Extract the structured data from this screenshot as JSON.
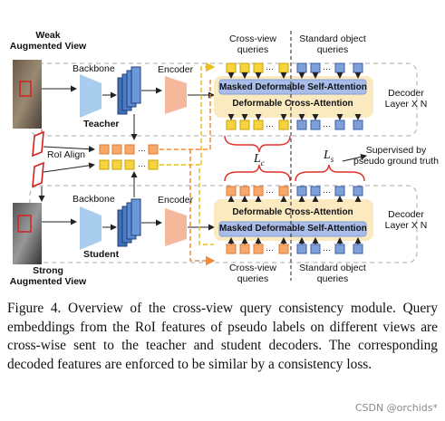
{
  "labels": {
    "weak_view": "Weak\nAugmented View",
    "strong_view": "Strong\nAugmented View",
    "backbone_top": "Backbone",
    "backbone_bottom": "Backbone",
    "encoder_top": "Encoder",
    "encoder_bottom": "Encoder",
    "teacher": "Teacher",
    "student": "Student",
    "roi_align": "RoI Align",
    "cross_view_queries_top": "Cross-view\nqueries",
    "standard_queries_top": "Standard object\nqueries",
    "cross_view_queries_bottom": "Cross-view\nqueries",
    "standard_queries_bottom": "Standard object\nqueries",
    "masked_attn_top": "Masked Deformable Self-Attention",
    "cross_attn_top": "Deformable Cross-Attention",
    "cross_attn_bottom": "Deformable Cross-Attention",
    "masked_attn_bottom": "Masked Deformable Self-Attention",
    "decoder_top": "Decoder\nLayer X N",
    "decoder_bottom": "Decoder\nLayer X N",
    "loss_c": "L",
    "loss_c_sub": "c",
    "loss_s": "L",
    "loss_s_sub": "s",
    "supervised": "Supervised by\npseudo ground truth"
  },
  "caption": "Figure 4.  Overview of the cross-view query consistency module. Query embeddings from the RoI features of pseudo labels on different views are cross-wise sent to the teacher and student decoders. The corresponding decoded features are enforced to be similar by a consistency loss.",
  "watermark": "CSDN @orchids*",
  "colors": {
    "orange": "#f7a86a",
    "orange_border": "#e07b30",
    "yellow": "#f7d43f",
    "yellow_border": "#c9a300",
    "blue_query": "#7f9fd8",
    "blue_border": "#3a5fa8",
    "decoder_panel": "#fbeac0",
    "attn_bar": "#a9bde8",
    "backbone": "#a9cdec",
    "encoder": "#f6b89c",
    "loss_brace": "#e0312a",
    "red_box": "#d42020"
  }
}
